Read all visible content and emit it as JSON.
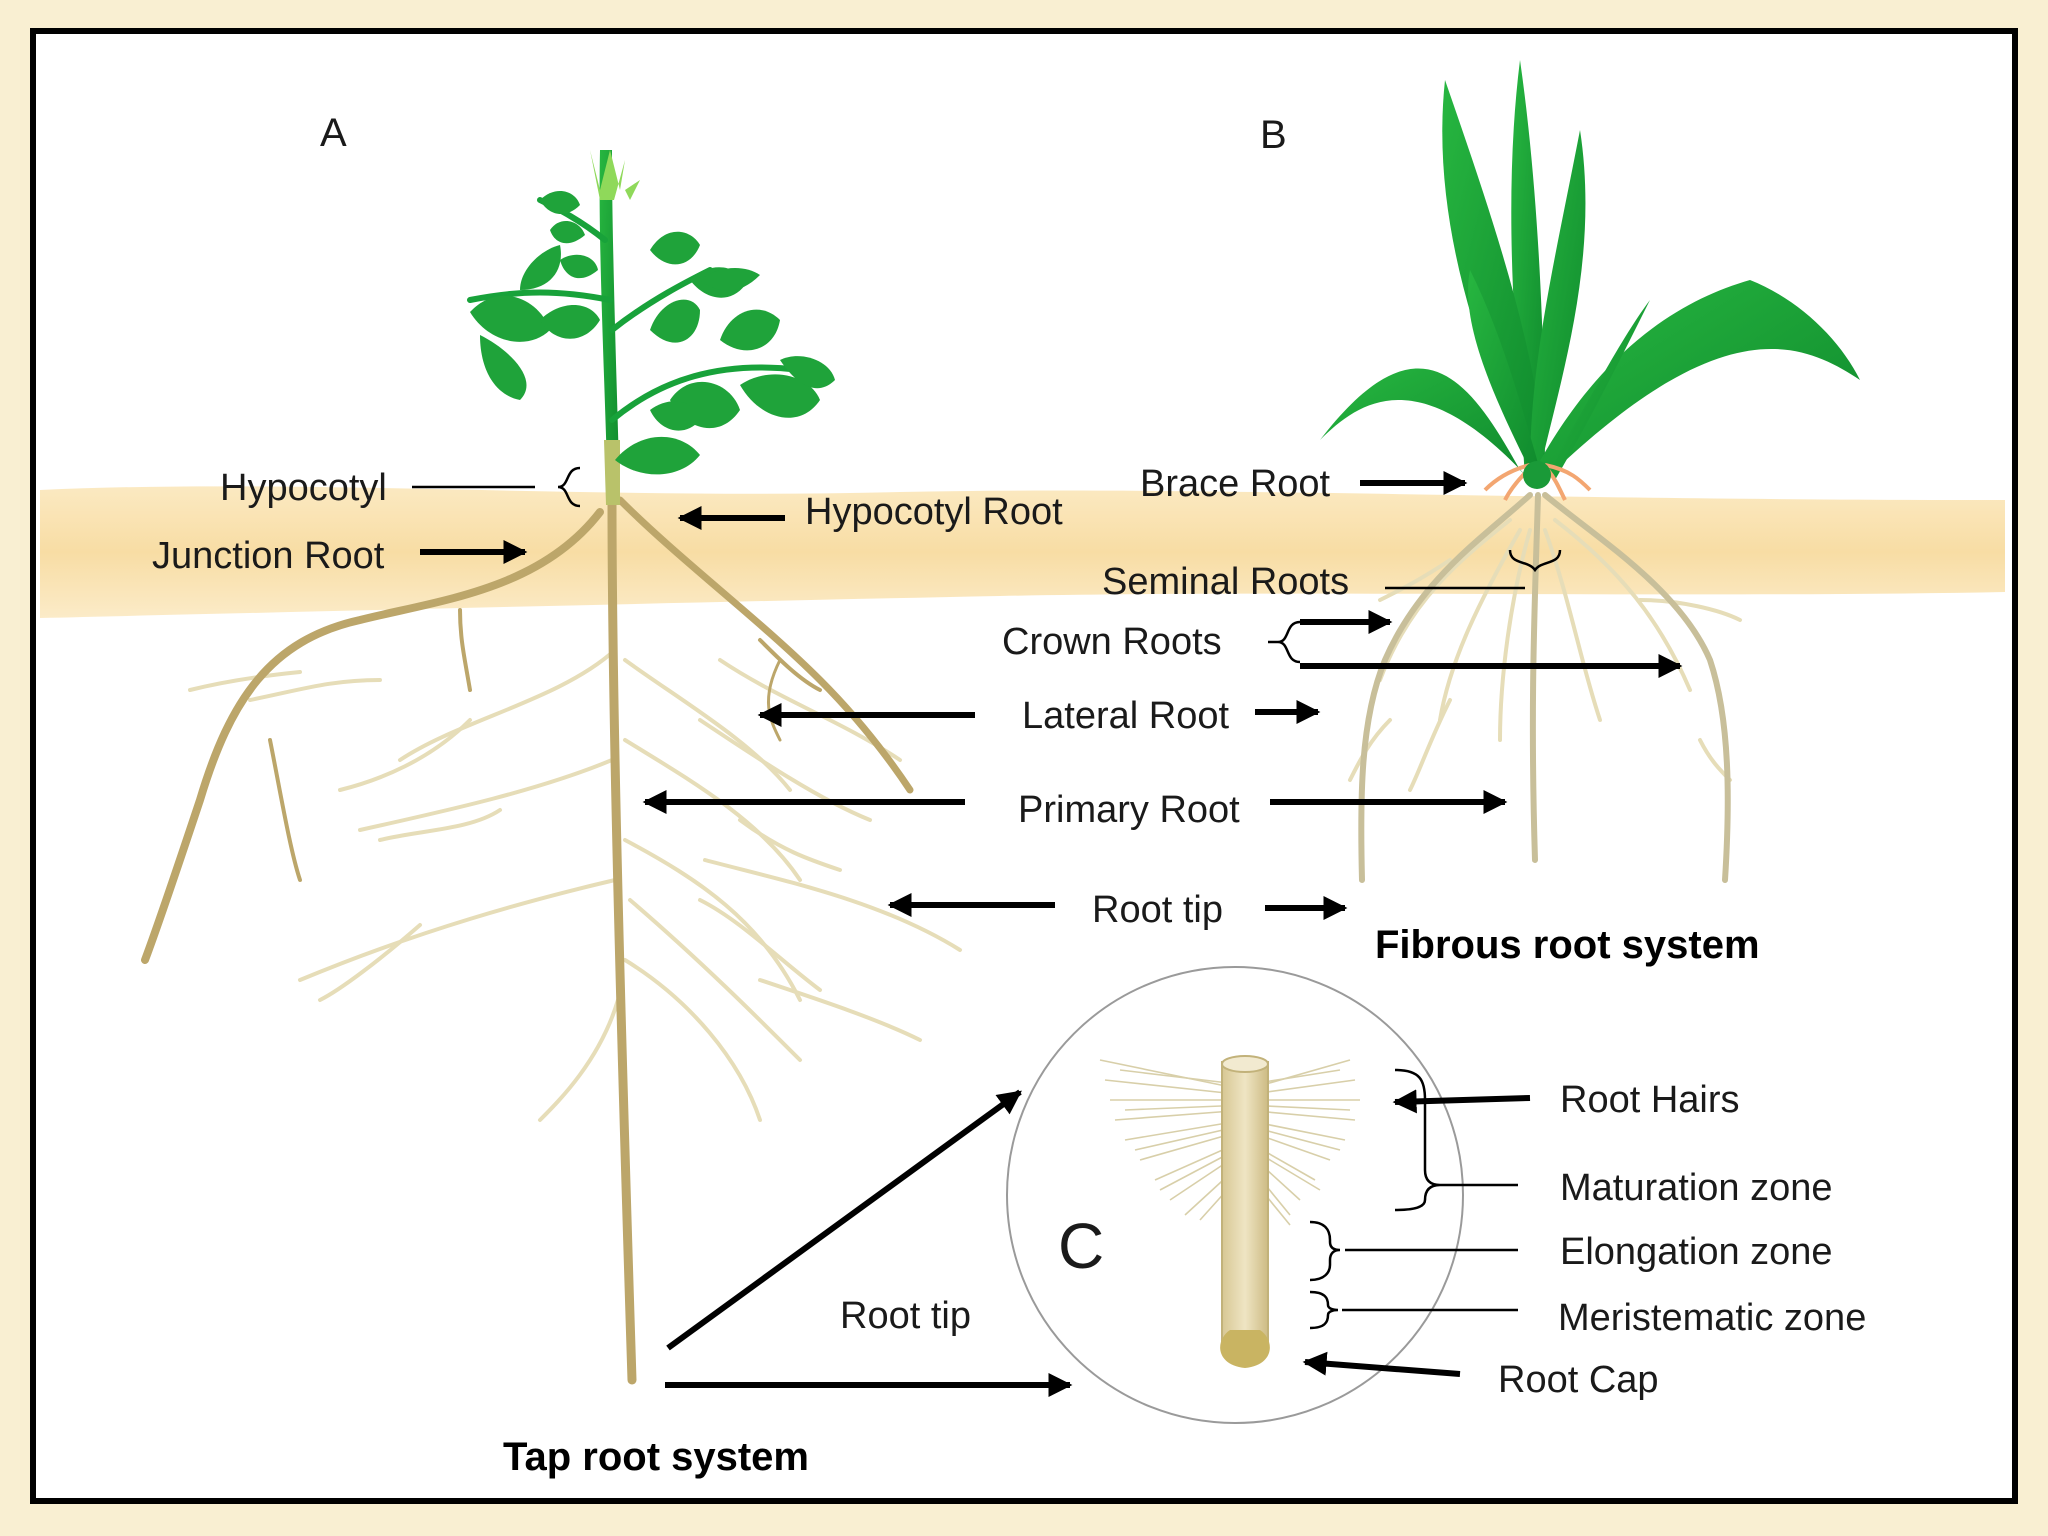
{
  "panels": {
    "a": "A",
    "b": "B",
    "c": "C"
  },
  "labels": {
    "hypocotyl": "Hypocotyl",
    "junction_root": "Junction Root",
    "hypocotyl_root": "Hypocotyl Root",
    "brace_root": "Brace Root",
    "seminal_roots": "Seminal Roots",
    "crown_roots": "Crown Roots",
    "lateral_root": "Lateral Root",
    "primary_root": "Primary Root",
    "root_tip_mid": "Root tip",
    "root_tip_low": "Root tip",
    "root_hairs": "Root Hairs",
    "maturation_zone": "Maturation zone",
    "elongation_zone": "Elongation zone",
    "meristematic_zone": "Meristematic zone",
    "root_cap": "Root Cap"
  },
  "captions": {
    "tap": "Tap root system",
    "fibrous": "Fibrous root system"
  },
  "colors": {
    "page_border": "#f9efd2",
    "soil": "#f7dca0",
    "leaf": "#1fa33a",
    "leaf_dark": "#0d7a2a",
    "root": "#bca66a",
    "root_light": "#e6ddb8"
  }
}
